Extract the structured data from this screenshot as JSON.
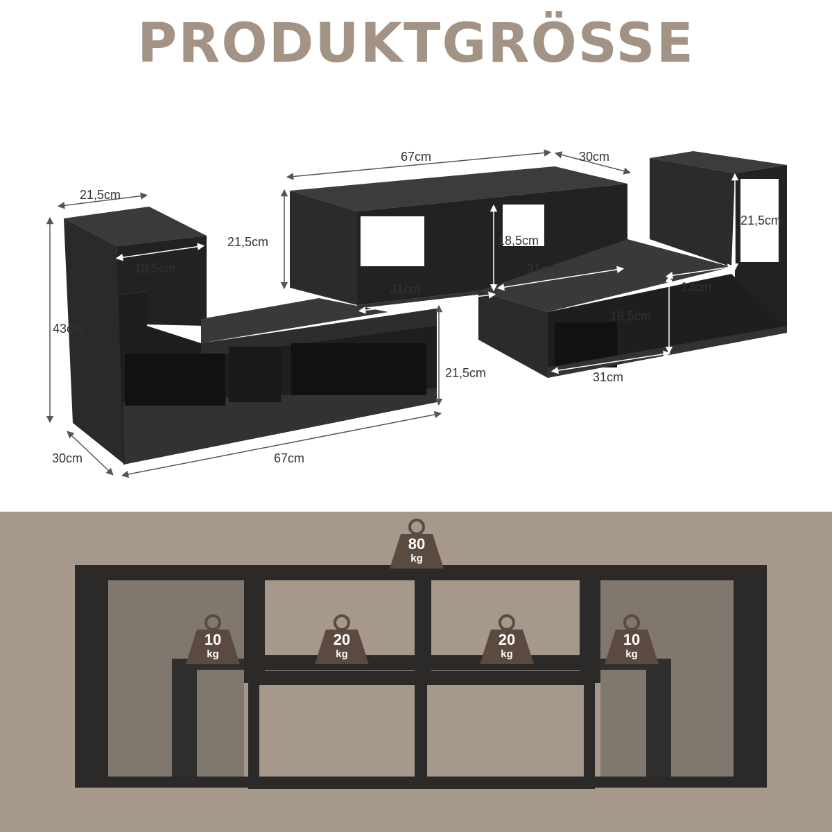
{
  "title": "PRODUKTGRÖSSE",
  "colors": {
    "title": "#a29385",
    "bottom_background": "#a6988a",
    "shelf_dark": "#2b2a29",
    "shelf_top": "#3a3938",
    "weight_badge": "#5a4a40",
    "dimension_line": "#555555"
  },
  "dimensions": {
    "left_top_depth": "21,5cm",
    "left_inner_depth": "18,5cm",
    "left_height": "43cm",
    "left_depth": "30cm",
    "left_width": "67cm",
    "left_lower_height": "21,5cm",
    "middle_width": "67cm",
    "middle_depth": "30cm",
    "middle_height": "21,5cm",
    "middle_inner_height": "18,5cm",
    "middle_inner_width": "31cm",
    "right_inner_width_top": "31cm",
    "right_top_height": "21,5cm",
    "right_inner_depth": "13cm",
    "right_inner_height": "18,5cm",
    "right_inner_width": "31cm"
  },
  "weights": {
    "top": {
      "value": "80",
      "unit": "kg"
    },
    "left": {
      "value": "10",
      "unit": "kg"
    },
    "mid_left": {
      "value": "20",
      "unit": "kg"
    },
    "mid_right": {
      "value": "20",
      "unit": "kg"
    },
    "right": {
      "value": "10",
      "unit": "kg"
    }
  }
}
